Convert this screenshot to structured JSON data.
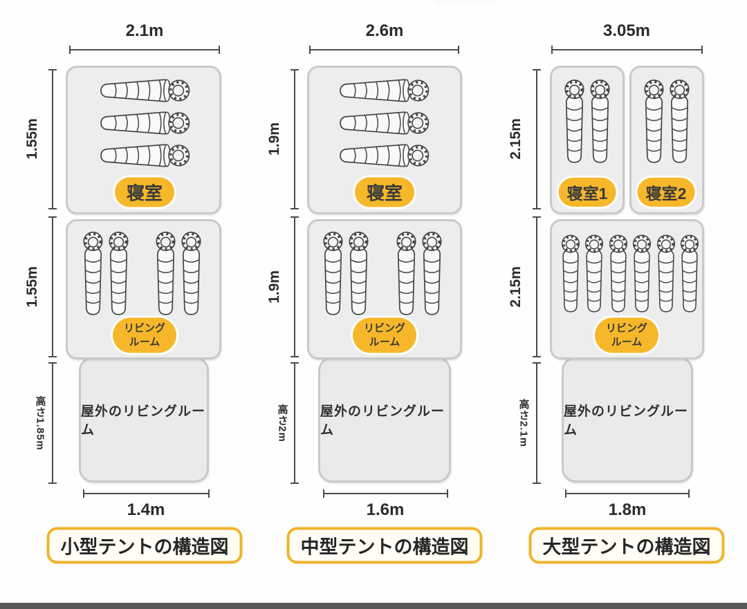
{
  "colors": {
    "background": "#fefefe",
    "badge_yellow": "#f6b82a",
    "badge_text": "#3a3a3a",
    "title_badge_border": "#f1b42c",
    "title_badge_fill": "#fffdf4",
    "panel_fill": "#ededed",
    "panel_border": "#c9c9c9",
    "outdoor_panel_fill": "#eaeaea",
    "dimension_line": "#4a4a4a",
    "sleeping_bag_outline": "#454545",
    "bottom_bar": "#58595b"
  },
  "tents": [
    {
      "title": "小型テントの構造図",
      "top_width": "2.1m",
      "bedroom_depth": "1.55m",
      "living_depth": "1.55m",
      "height": "高さ1.85m",
      "bottom_width": "1.4m",
      "bedroom_label": "寝室",
      "living_label": "リビング\nルーム",
      "outdoor_label": "屋外のリビングルーム",
      "bedroom_sleeping_bags": 3,
      "living_sleeping_bags": 4
    },
    {
      "title": "中型テントの構造図",
      "top_width": "2.6m",
      "bedroom_depth": "1.9m",
      "living_depth": "1.9m",
      "height": "高さ2m",
      "bottom_width": "1.6m",
      "bedroom_label": "寝室",
      "living_label": "リビング\nルーム",
      "outdoor_label": "屋外のリビングルーム",
      "bedroom_sleeping_bags": 3,
      "living_sleeping_bags": 4
    },
    {
      "title": "大型テントの構造図",
      "top_width": "3.05m",
      "bedroom_depth": "2.15m",
      "living_depth": "2.15m",
      "height": "高さ2.1m",
      "bottom_width": "1.8m",
      "bedroom1_label": "寝室1",
      "bedroom2_label": "寝室2",
      "living_label": "リビング\nルーム",
      "outdoor_label": "屋外のリビングルーム",
      "bedroom1_sleeping_bags": 2,
      "bedroom2_sleeping_bags": 2,
      "living_sleeping_bags": 6
    }
  ]
}
